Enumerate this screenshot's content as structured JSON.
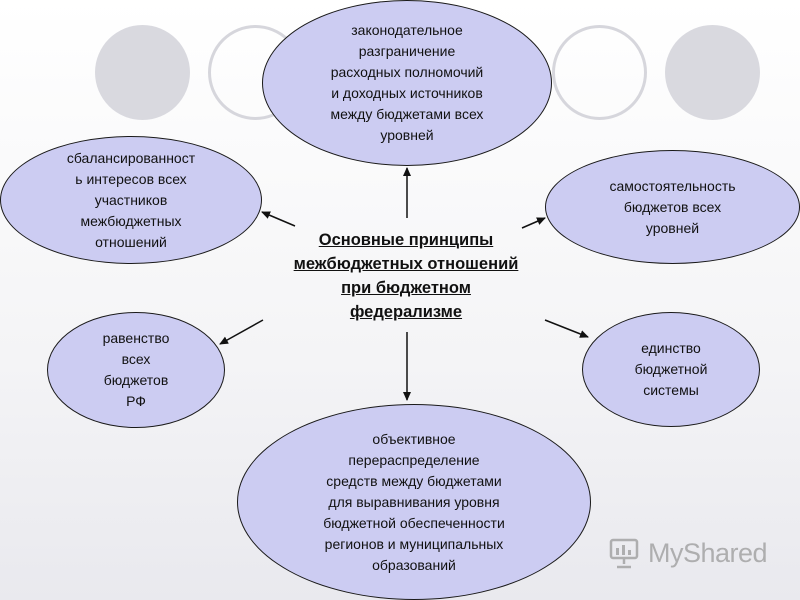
{
  "diagram": {
    "center_title": "Основные принципы\nмежбюджетных отношений\nпри бюджетном\nфедерализме",
    "nodes": {
      "top": "законодательное\nразграничение\nрасходных полномочий\nи доходных источников\nмежду бюджетами всех\nуровней",
      "upper_left": "сбалансированност\nь интересов всех\nучастников\nмежбюджетных\nотношений",
      "upper_right": "самостоятельность\nбюджетов всех\nуровней",
      "lower_left": "равенство\nвсех\nбюджетов\nРФ",
      "lower_right": "единство\nбюджетной\nсистемы",
      "bottom": "объективное\nперераспределение\nсредств между бюджетами\nдля выравнивания уровня\nбюджетной обеспеченности\nрегионов и муниципальных\nобразований"
    }
  },
  "watermark": {
    "text": "MyShared",
    "icon": "myshared-logo-icon"
  },
  "colors": {
    "node_fill": "#ccccf2",
    "node_border": "#1a1a1a",
    "decoration": "#d9d9df"
  }
}
